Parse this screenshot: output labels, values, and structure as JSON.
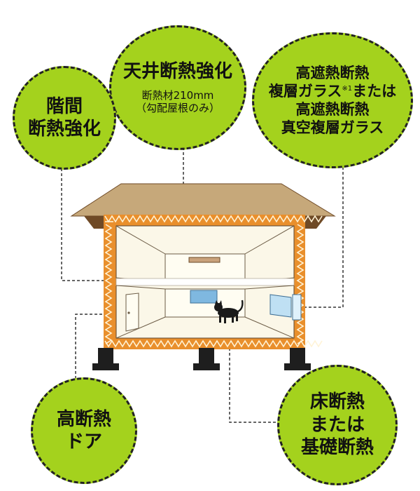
{
  "bubbles": {
    "ceiling": {
      "title": "天井断熱強化",
      "detail_1": "断熱材210mm",
      "detail_2": "（勾配屋根のみ）"
    },
    "between_floors": {
      "line_1": "階間",
      "line_2": "断熱強化"
    },
    "glass": {
      "line_1": "高遮熱断熱",
      "line_2": "複層ガラス",
      "note": "※1",
      "line_2_tail": "または",
      "line_3": "高遮熱断熱",
      "line_4": "真空複層ガラス"
    },
    "door": {
      "line_1": "高断熱",
      "line_2": "ドア"
    },
    "floor": {
      "line_1": "床断熱",
      "line_2": "または",
      "line_3": "基礎断熱"
    }
  },
  "colors": {
    "bubble_fill": "#a4d21d",
    "roof": "#c6a87a",
    "insulation": "#e98f2c",
    "interior": "#fbf7e8",
    "window_glass": "#7fb8e0"
  },
  "icons": [
    "cat-icon",
    "door-icon",
    "ceiling-light-icon"
  ]
}
